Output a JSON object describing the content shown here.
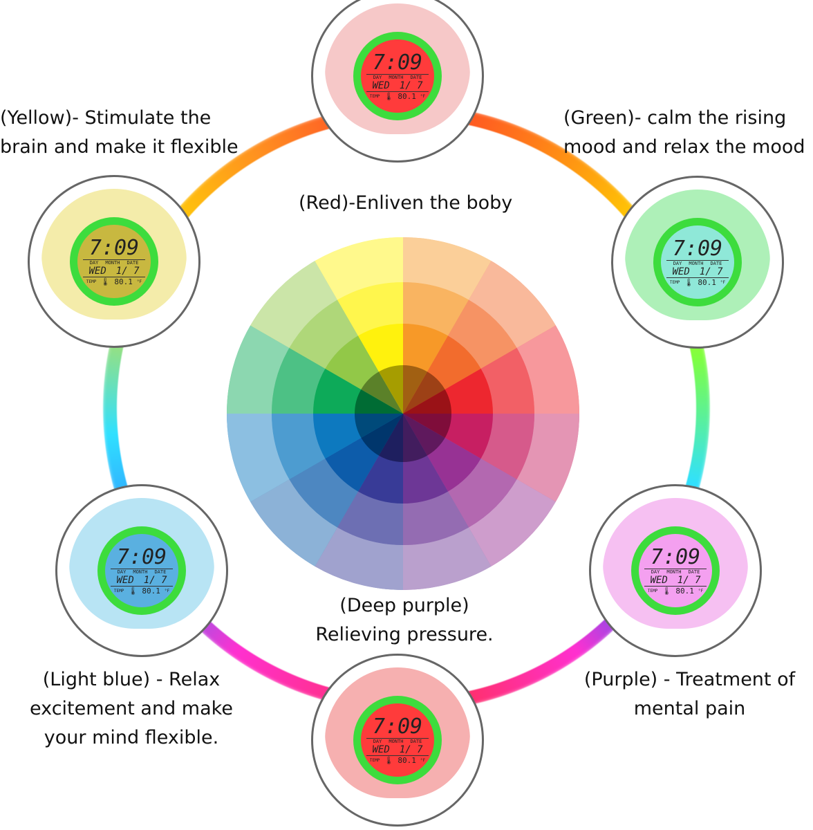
{
  "clock": {
    "time": "7:09",
    "day_label": "DAY",
    "month_label": "MONTH",
    "date_label": "DATE",
    "day": "WED",
    "date": "1/ 7",
    "temp_label": "TEMP",
    "temp": "80.1",
    "unit": "°F"
  },
  "lamps": [
    {
      "id": "red-top",
      "ball": "#f6c8c8",
      "lcd": "#ff3b3b"
    },
    {
      "id": "green",
      "ball": "#aef0b8",
      "lcd": "#8fe8d8"
    },
    {
      "id": "purple",
      "ball": "#f6c0f2",
      "lcd": "#f4a0f0"
    },
    {
      "id": "red-bottom",
      "ball": "#f6b0b0",
      "lcd": "#ff3b3b"
    },
    {
      "id": "light-blue",
      "ball": "#b8e4f4",
      "lcd": "#5ab0e0"
    },
    {
      "id": "yellow",
      "ball": "#f4ecaa",
      "lcd": "#c8b840"
    }
  ],
  "captions": {
    "yellow": [
      "(Yellow)- Stimulate the",
      "brain and make it flexible"
    ],
    "red": [
      "(Red)-Enliven the boby"
    ],
    "green": [
      "(Green)- calm the rising",
      "mood and relax the mood"
    ],
    "deep_purple": [
      "(Deep purple)",
      "Relieving pressure."
    ],
    "light_blue": [
      "(Light blue) - Relax",
      "excitement and make",
      "your mind flexible."
    ],
    "purple": [
      "(Purple) - Treatment of",
      "mental pain"
    ]
  },
  "wheel_colors": [
    "#f7941d",
    "#f26522",
    "#ed1c24",
    "#c4145a",
    "#92278f",
    "#662d91",
    "#2e3192",
    "#0054a6",
    "#0072bc",
    "#00a651",
    "#8dc63f",
    "#fff200"
  ]
}
